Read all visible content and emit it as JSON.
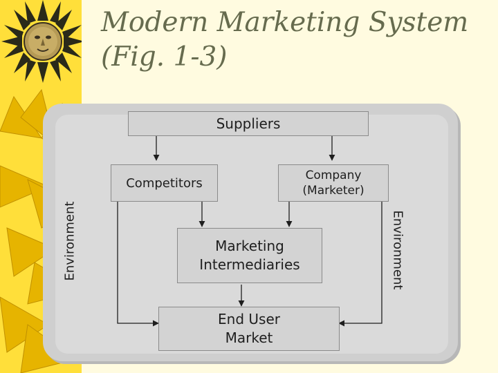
{
  "slide": {
    "title": "Modern Marketing System (Fig. 1-3)"
  },
  "diagram": {
    "suppliers": "Suppliers",
    "competitors": "Competitors",
    "company": "Company (Marketer)",
    "intermediaries": "Marketing Intermediaries",
    "end_user": "End User Market",
    "environment_left": "Environment",
    "environment_right": "Environment"
  },
  "colors": {
    "accent_shadow": "#b8651a",
    "box_fill": "#d3d3d3",
    "strip": "#ffdf3a",
    "title_text": "#666b4e"
  },
  "icons": [
    "sun-icon"
  ]
}
